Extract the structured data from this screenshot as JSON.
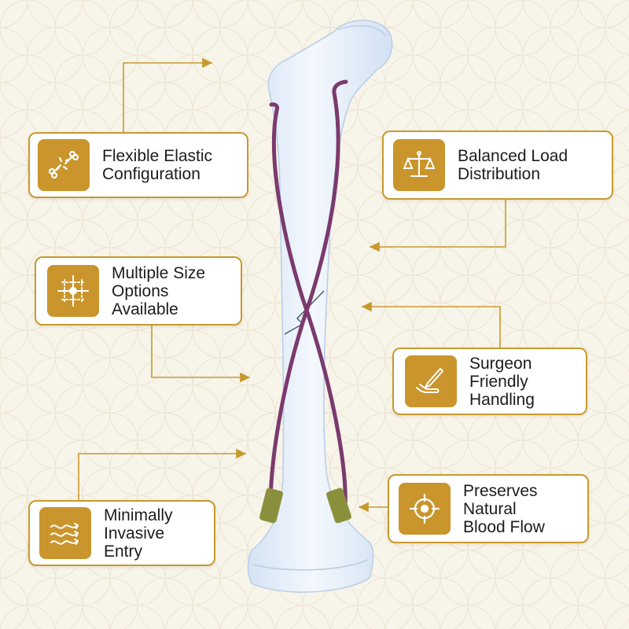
{
  "colors": {
    "accent": "#c9952c",
    "connector": "#c89a2e",
    "bone": "#e8f1fb",
    "nail": "#7b3a6e",
    "end_cap": "#8a8f3c",
    "background": "#f7f4ea"
  },
  "features": [
    {
      "icon": "broken-bone-icon",
      "label": "Flexible Elastic\nConfiguration"
    },
    {
      "icon": "balance-scale-icon",
      "label": "Balanced Load\nDistribution"
    },
    {
      "icon": "crosshair-grid-icon",
      "label": "Multiple Size\nOptions\nAvailable"
    },
    {
      "icon": "hand-holding-pen-icon",
      "label": "Surgeon\nFriendly\nHandling"
    },
    {
      "icon": "wavy-arrows-icon",
      "label": "Minimally\nInvasive\nEntry"
    },
    {
      "icon": "target-icon",
      "label": "Preserves\nNatural\nBlood Flow"
    }
  ]
}
